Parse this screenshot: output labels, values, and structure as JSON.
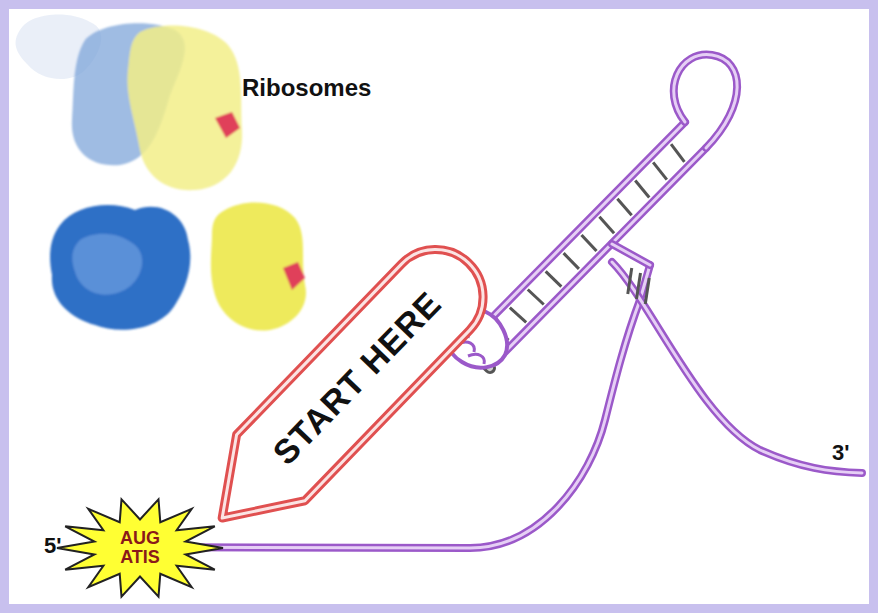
{
  "diagram": {
    "nodes": [
      {
        "text": [
          "START HERE"
        ]
      },
      {
        "text": [
          "AUG ATIS"
        ]
      }
    ],
    "labels": [
      "Ribosomes",
      "5'",
      "3'"
    ]
  }
}
